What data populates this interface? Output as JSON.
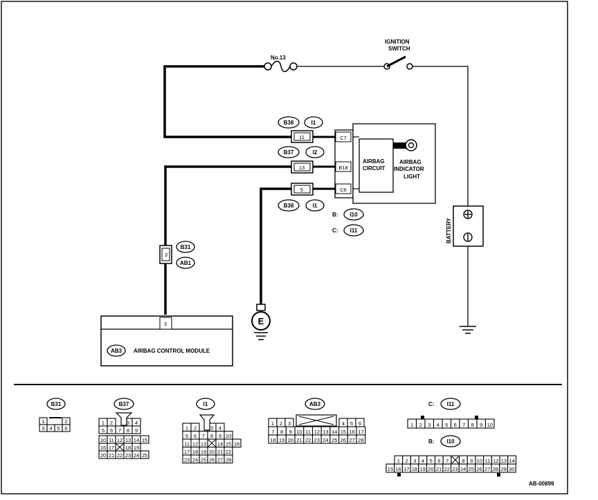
{
  "fuse_label": "No.13",
  "ignition_label": [
    "IGNITION",
    "SWITCH"
  ],
  "airbag_circuit_label": [
    "AIRBAG",
    "CIRCUIT"
  ],
  "indicator_label": [
    "AIRBAG",
    "INDICATOR",
    "LIGHT"
  ],
  "battery_label": "BATTERY",
  "ground_label": "E",
  "module": {
    "tag": "AB3",
    "label": "AIRBAG CONTROL MODULE",
    "pin": "3"
  },
  "harness_upper": {
    "tags": [
      "B38",
      "I1"
    ],
    "pin": "11",
    "term": "C7"
  },
  "harness_mid": {
    "tags": [
      "B37",
      "I2"
    ],
    "pin": "13",
    "term": "B18"
  },
  "harness_low": {
    "tags": [
      "B38",
      "I1"
    ],
    "pin": "5",
    "term": "C6"
  },
  "combo_refs": [
    {
      "key": "B:",
      "tag": "I10"
    },
    {
      "key": "C:",
      "tag": "I11"
    }
  ],
  "b31_connector": {
    "tags": [
      "B31",
      "AB1"
    ],
    "pin": "3"
  },
  "diagram_id": "AB-00899",
  "legend": {
    "b31": {
      "tag": "B31",
      "rows": [
        [
          "1",
          "",
          "",
          "2"
        ],
        [
          "3",
          "4",
          "5",
          "6"
        ]
      ]
    },
    "b37": {
      "tag": "B37",
      "rows": [
        [
          "1",
          "2",
          "",
          "3",
          "4"
        ],
        [
          "5",
          "6",
          "7",
          "8",
          "9"
        ],
        [
          "10",
          "11",
          "12",
          "13",
          "14",
          "15"
        ],
        [
          "16",
          "17",
          "X",
          "18",
          "19"
        ],
        [
          "20",
          "21",
          "22",
          "23",
          "24",
          "25"
        ]
      ]
    },
    "i1": {
      "tag": "I1",
      "rows": [
        [
          "1",
          "2",
          "",
          "3",
          "4"
        ],
        [
          "5",
          "6",
          "7",
          "8",
          "9",
          "10"
        ],
        [
          "11",
          "12",
          "13",
          "X",
          "14",
          "15",
          "16"
        ],
        [
          "17",
          "18",
          "19",
          "20",
          "21",
          "22"
        ],
        [
          "23",
          "24",
          "25",
          "26",
          "27",
          "28"
        ]
      ]
    },
    "ab3": {
      "tag": "AB3",
      "rows": [
        [
          "1",
          "2",
          "3",
          "",
          "4",
          "5",
          "6"
        ],
        [
          "7",
          "8",
          "9",
          "10",
          "11",
          "12",
          "13",
          "14",
          "15",
          "16",
          "17"
        ],
        [
          "18",
          "19",
          "20",
          "21",
          "22",
          "23",
          "24",
          "25",
          "26",
          "27",
          "28"
        ]
      ]
    },
    "i11": {
      "key": "C:",
      "tag": "I11",
      "row": [
        "1",
        "2",
        "3",
        "4",
        "5",
        "6",
        "7",
        "8",
        "9",
        "10"
      ]
    },
    "i10": {
      "key": "B:",
      "tag": "I10",
      "rows": [
        [
          "1",
          "2",
          "3",
          "4",
          "5",
          "6",
          "7",
          "X",
          "8",
          "9",
          "10",
          "11",
          "12",
          "13",
          "14"
        ],
        [
          "15",
          "16",
          "17",
          "18",
          "19",
          "20",
          "21",
          "22",
          "23",
          "24",
          "25",
          "26",
          "27",
          "28",
          "29",
          "30"
        ]
      ]
    }
  }
}
